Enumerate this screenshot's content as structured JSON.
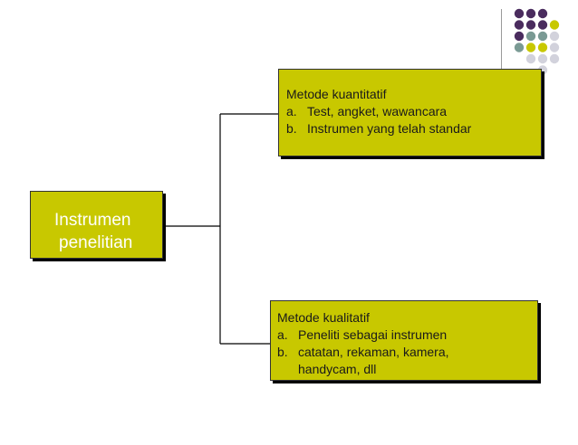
{
  "colors": {
    "olive": "#c8c800",
    "purple": "#4a2c5e",
    "teal": "#7a9a94",
    "lavender": "#d2d2dc",
    "border": "#333333",
    "shadow": "#000000",
    "connector": "#000000"
  },
  "diagram": {
    "root": {
      "line1": "Instrumen",
      "line2": "penelitian"
    },
    "top": {
      "title": "Metode kuantitatif",
      "items": [
        {
          "marker": "a.",
          "text": "Test, angket, wawancara"
        },
        {
          "marker": "b.",
          "text": "Instrumen yang telah standar"
        }
      ]
    },
    "bottom": {
      "title": "Metode kualitatif",
      "items": [
        {
          "marker": "a.",
          "text": "Peneliti sebagai instrumen"
        },
        {
          "marker": "b.",
          "text": "catatan, rekaman, kamera,"
        }
      ],
      "continuation": "handycam, dll"
    }
  }
}
